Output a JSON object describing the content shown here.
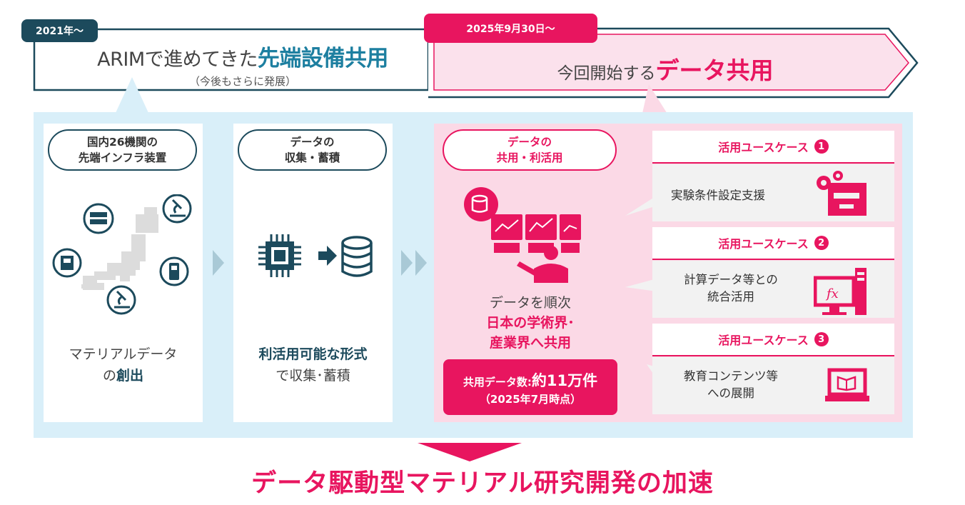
{
  "top": {
    "left_tag": "2021年～",
    "left_text_prefix": "ARIMで進めてきた",
    "left_text_emph": "先端設備共用",
    "left_sub": "（今後もさらに発展）",
    "right_tag": "2025年9月30日～",
    "right_text_prefix": "今回開始する",
    "right_text_emph": "データ共用"
  },
  "panels": {
    "p1": {
      "pill_line1": "国内26機関の",
      "pill_line2": "先端インフラ装置",
      "caption_line1": "マテリアルデータ",
      "caption_prefix": "の",
      "caption_emph": "創出"
    },
    "p2": {
      "pill_line1": "データの",
      "pill_line2": "収集・蓄積",
      "caption_emph": "利活用可能な形式",
      "caption_line2": "で収集･蓄積"
    },
    "p3": {
      "pill_line1": "データの",
      "pill_line2": "共用・利活用",
      "caption_line1": "データを順次",
      "caption_emph1": "日本の学術界･",
      "caption_emph2": "産業界へ共用",
      "count_label": "共用データ数:",
      "count_value": "約11万件",
      "count_note": "（2025年7月時点）"
    }
  },
  "usecases": [
    {
      "head": "活用ユースケース",
      "num": "1",
      "body_line1": "実験条件設定支援",
      "body_line2": "",
      "icon": "gear-equipment-icon"
    },
    {
      "head": "活用ユースケース",
      "num": "2",
      "body_line1": "計算データ等との",
      "body_line2": "統合活用",
      "icon": "fx-computer-icon"
    },
    {
      "head": "活用ユースケース",
      "num": "3",
      "body_line1": "教育コンテンツ等",
      "body_line2": "への展開",
      "icon": "laptop-book-icon"
    }
  ],
  "bottom_title": "データ駆動型マテリアル研究開発の加速",
  "colors": {
    "navy": "#1c4a5c",
    "pink": "#e8155f",
    "light_blue": "#d9eff9",
    "light_pink": "#fbd9e6"
  }
}
